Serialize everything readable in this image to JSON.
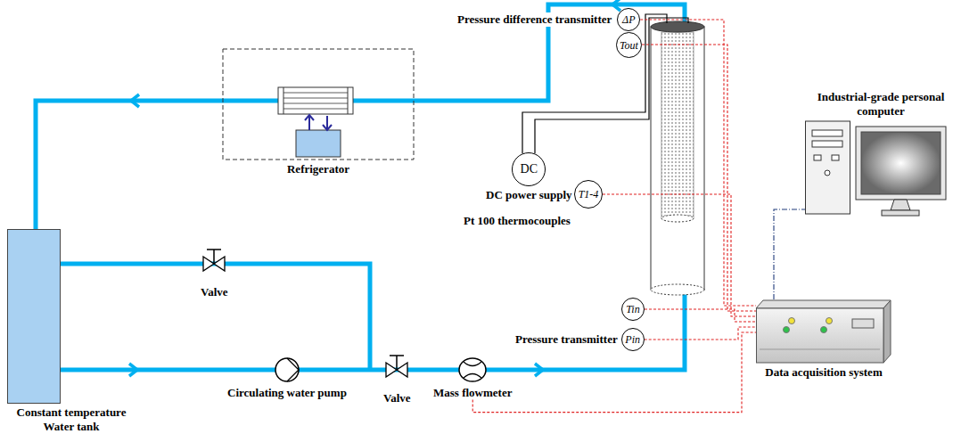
{
  "diagram": {
    "nodes": [
      {
        "text": [
          "Refrigerator"
        ]
      },
      {
        "text": [
          "Constant temperature Water tank"
        ]
      },
      {
        "text": [
          "Valve"
        ]
      },
      {
        "text": [
          "Circulating water pump"
        ]
      },
      {
        "text": [
          "Valve"
        ]
      },
      {
        "text": [
          "Mass flowmeter"
        ]
      },
      {
        "text": [
          "Pressure difference transmitter",
          "ΔP"
        ]
      },
      {
        "text": [
          "Tout"
        ]
      },
      {
        "text": [
          "DC",
          "DC power supply"
        ]
      },
      {
        "text": [
          "T1-4"
        ]
      },
      {
        "text": [
          "Tin"
        ]
      },
      {
        "text": [
          "Pressure transmitter",
          "Pin"
        ]
      },
      {
        "text": [
          "Data acquisition system"
        ]
      },
      {
        "text": [
          "Industrial-grade personal computer"
        ]
      }
    ],
    "edges": [
      {
        "from": 6,
        "to": 12,
        "arrow": "none"
      },
      {
        "from": 7,
        "to": 12,
        "arrow": "none"
      },
      {
        "from": 9,
        "to": 12,
        "arrow": "none"
      },
      {
        "from": 10,
        "to": 12,
        "arrow": "none"
      },
      {
        "from": 11,
        "to": 12,
        "arrow": "none"
      },
      {
        "from": 5,
        "to": 12,
        "arrow": "none"
      },
      {
        "from": 12,
        "to": 13,
        "arrow": "none"
      }
    ],
    "labels": [
      "Pt 100 thermocouples"
    ]
  }
}
